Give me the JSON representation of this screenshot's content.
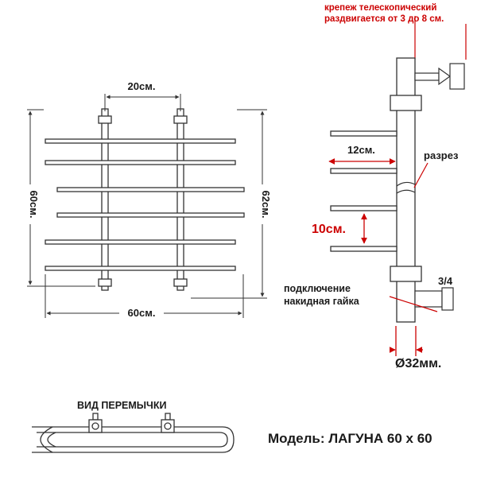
{
  "front_view": {
    "dim_top": "20см.",
    "dim_left": "60см.",
    "dim_right": "62см.",
    "dim_bottom": "60см."
  },
  "side_view": {
    "mount_note_line1": "крепеж телескопический",
    "mount_note_line2": "раздвигается от 3 до 8 см.",
    "dim_rung_width": "12см.",
    "cut_label": "разрез",
    "dim_spacing": "10см.",
    "connection_line1": "подключение",
    "connection_line2": "накидная гайка",
    "thread_size": "3/4",
    "pipe_diameter": "Ø32мм."
  },
  "jumper_view": {
    "title": "ВИД ПЕРЕМЫЧКИ"
  },
  "model": {
    "caption": "Модель: ЛАГУНА 60 х 60"
  },
  "colors": {
    "line": "#333333",
    "red": "#cc0000",
    "text_dark": "#1a1a1a"
  }
}
